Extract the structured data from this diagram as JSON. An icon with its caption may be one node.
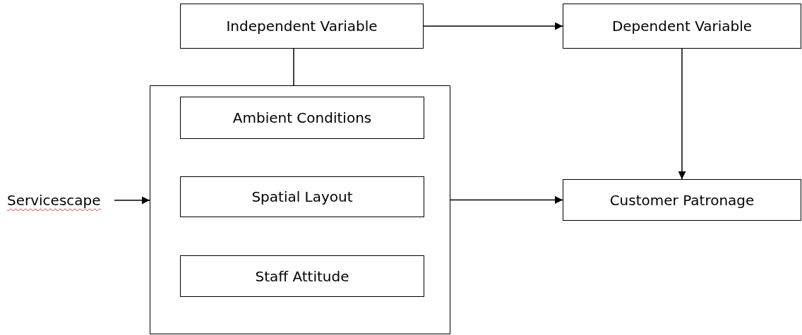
{
  "diagram": {
    "nodes": [
      {
        "text": [
          "Independent Variable"
        ]
      },
      {
        "text": [
          "Dependent Variable"
        ]
      },
      {
        "text": [],
        "shape": "box"
      },
      {
        "text": [
          "Ambient Conditions"
        ],
        "in": 2
      },
      {
        "text": [
          "Spatial Layout"
        ],
        "in": 2
      },
      {
        "text": [
          "Staff Attitude"
        ],
        "in": 2
      },
      {
        "text": [
          "Servicescape"
        ]
      },
      {
        "text": [
          "Customer Patronage"
        ]
      }
    ],
    "edges": [
      {
        "from": 0,
        "to": 1,
        "arrow": "to"
      },
      {
        "from": 0,
        "to": 2,
        "arrow": "none"
      },
      {
        "from": 1,
        "to": 7,
        "arrow": "to"
      },
      {
        "from": 6,
        "to": 2,
        "arrow": "to"
      },
      {
        "from": 2,
        "to": 7,
        "arrow": "to"
      }
    ]
  }
}
